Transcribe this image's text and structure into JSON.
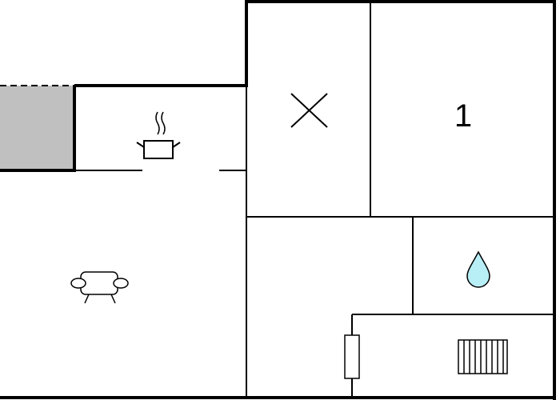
{
  "rooms": [
    {
      "id": "terrace",
      "icon": "terrace-hatch"
    },
    {
      "id": "kitchen",
      "icon": "cooking-pot-icon"
    },
    {
      "id": "living",
      "icon": "sofa-icon"
    },
    {
      "id": "storage",
      "icon": "cross-mark-icon"
    },
    {
      "id": "bedroom",
      "label": "1",
      "icon": "bed-number"
    },
    {
      "id": "bathroom",
      "icon": "water-drop-icon"
    },
    {
      "id": "hall",
      "icon": "radiator-icon"
    }
  ],
  "colors": {
    "wall": "#000000",
    "terrace": "#c0c0c0",
    "water": "#b8eef6"
  }
}
